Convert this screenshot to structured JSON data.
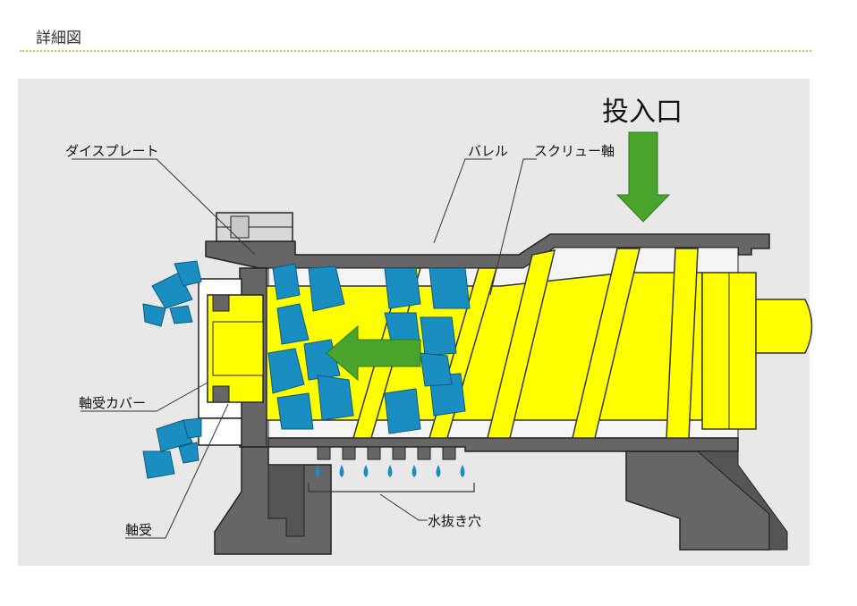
{
  "heading": "詳細図",
  "labels": {
    "inlet": "投入口",
    "die_plate": "ダイスプレート",
    "barrel": "バレル",
    "screw_shaft": "スクリュー軸",
    "bearing_cover": "軸受カバー",
    "bearing": "軸受",
    "drain_holes": "水抜き穴"
  },
  "colors": {
    "background": "#e8e8e8",
    "metal": "#666666",
    "screw": "#ffff00",
    "fragments": "#1a8ec0",
    "arrow": "#4aa32a",
    "water": "#1a8ec0"
  }
}
